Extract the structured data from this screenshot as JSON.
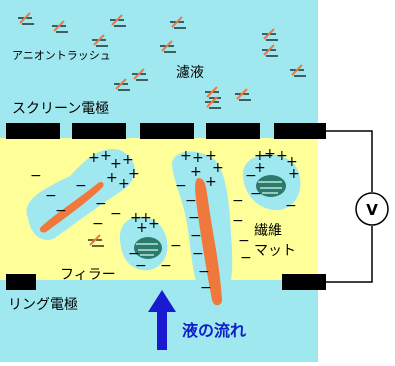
{
  "labels": {
    "anion_trash": "アニオントラッシュ",
    "filtrate": "濾液",
    "screen_electrode": "スクリーン電極",
    "fiber_mat_line1": "繊維",
    "fiber_mat_line2": "マット",
    "filler": "フィラー",
    "ring_electrode": "リング電極",
    "liquid_flow": "液の流れ",
    "voltmeter": "V"
  },
  "colors": {
    "liquid": "#a0e8f0",
    "mat": "#ffff99",
    "electrode": "#000000",
    "fiber": "#f0783c",
    "filler_particle": "#2c7a6c",
    "arrow": "#1a1ad0"
  },
  "signs": {
    "minus": "−",
    "plus": "+"
  }
}
